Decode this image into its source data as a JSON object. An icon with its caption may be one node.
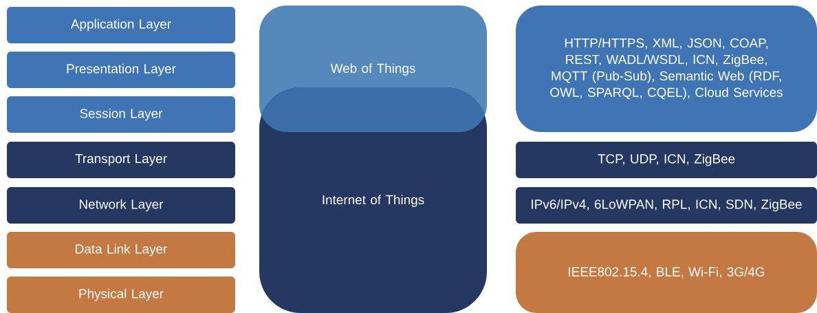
{
  "diagram": {
    "nodes": [
      {
        "text": [
          "Application Layer"
        ]
      },
      {
        "text": [
          "Presentation Layer"
        ]
      },
      {
        "text": [
          "Session Layer"
        ]
      },
      {
        "text": [
          "Transport Layer"
        ]
      },
      {
        "text": [
          "Network Layer"
        ]
      },
      {
        "text": [
          "Data Link Layer"
        ]
      },
      {
        "text": [
          "Physical Layer"
        ]
      },
      {
        "text": [
          "Web of Things"
        ]
      },
      {
        "text": [
          "Internet of Things"
        ]
      },
      {
        "text": [
          "HTTP/HTTPS, XML, JSON, COAP, REST, WADL/WSDL, ICN, ZigBee, MQTT (Pub-Sub), Semantic Web (RDF, OWL, SPARQL, CQEL), Cloud Services"
        ]
      },
      {
        "text": [
          "TCP, UDP, ICN, ZigBee"
        ]
      },
      {
        "text": [
          "IPv6/IPv4, 6LoWPAN, RPL, ICN, SDN, ZigBee"
        ]
      },
      {
        "text": [
          "IEEE802.15.4, BLE, Wi-Fi, 3G/4G"
        ]
      }
    ]
  }
}
